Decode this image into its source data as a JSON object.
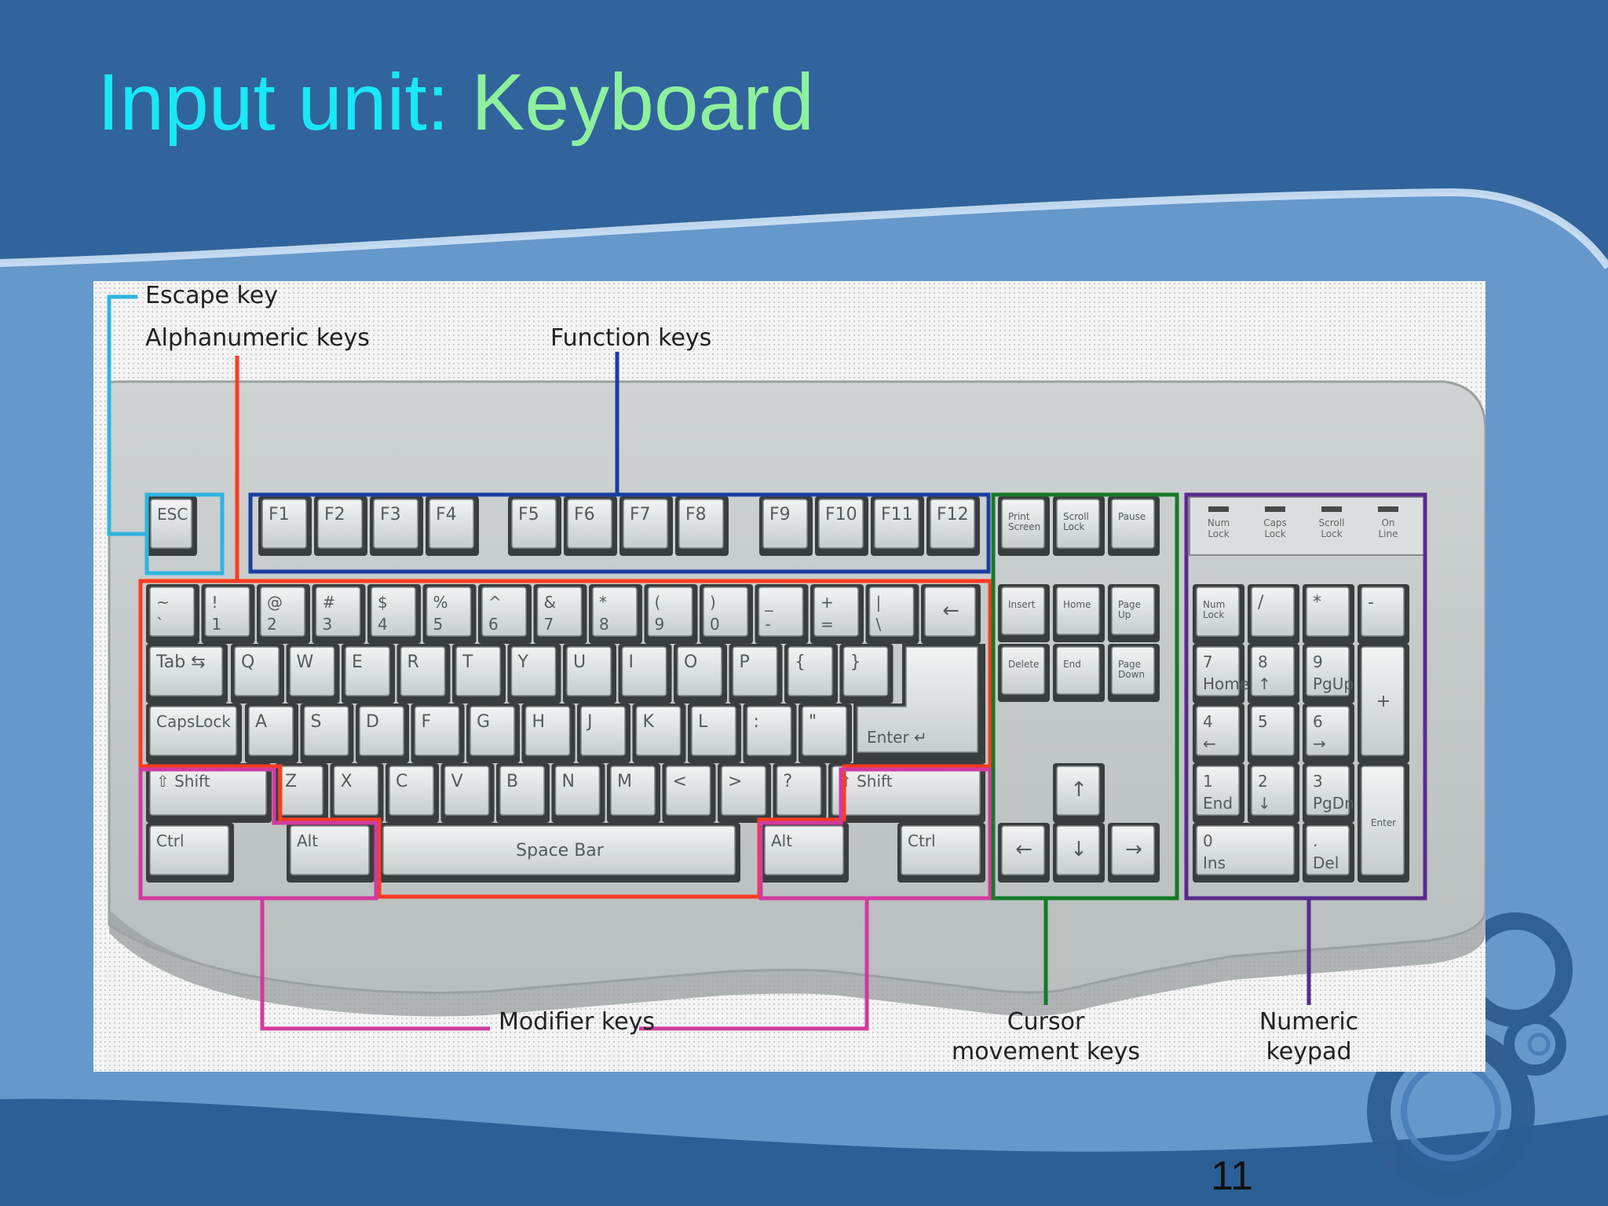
{
  "slide": {
    "title_prefix": "Input unit: ",
    "title_highlight": "Keyboard",
    "page_number": "11"
  },
  "callouts": {
    "escape": "Escape key",
    "alphanumeric": "Alphanumeric keys",
    "function": "Function keys",
    "modifier": "Modifier keys",
    "cursor_line1": "Cursor",
    "cursor_line2": "movement keys",
    "numeric_line1": "Numeric",
    "numeric_line2": "keypad"
  },
  "colors": {
    "escape": "#2fb4e0",
    "alphanumeric": "#ff3b1f",
    "function": "#1a3fa0",
    "modifier": "#d23aa0",
    "cursor": "#157a2a",
    "numeric": "#5a2a8f"
  },
  "keys": {
    "esc": "ESC",
    "function_row": [
      "F1",
      "F2",
      "F3",
      "F4",
      "F5",
      "F6",
      "F7",
      "F8",
      "F9",
      "F10",
      "F11",
      "F12"
    ],
    "system": [
      [
        "Print",
        "Screen"
      ],
      [
        "Scroll",
        "Lock"
      ],
      [
        "Pause"
      ]
    ],
    "indicators": [
      [
        "Num",
        "Lock"
      ],
      [
        "Caps",
        "Lock"
      ],
      [
        "Scroll",
        "Lock"
      ],
      [
        "On",
        "Line"
      ]
    ],
    "number_row": [
      [
        "~",
        "`"
      ],
      [
        "!",
        "1"
      ],
      [
        "@",
        "2"
      ],
      [
        "#",
        "3"
      ],
      [
        "$",
        "4"
      ],
      [
        "%",
        "5"
      ],
      [
        "^",
        "6"
      ],
      [
        "&",
        "7"
      ],
      [
        "*",
        "8"
      ],
      [
        "(",
        "9"
      ],
      [
        ")",
        "0"
      ],
      [
        "_",
        "-"
      ],
      [
        "+",
        "="
      ],
      [
        "|",
        "\\"
      ]
    ],
    "q_row": [
      "Q",
      "W",
      "E",
      "R",
      "T",
      "Y",
      "U",
      "I",
      "O",
      "P",
      "{",
      "}"
    ],
    "a_row": [
      "A",
      "S",
      "D",
      "F",
      "G",
      "H",
      "J",
      "K",
      "L",
      ":",
      "\""
    ],
    "z_row": [
      "Z",
      "X",
      "C",
      "V",
      "B",
      "N",
      "M",
      "<",
      ">",
      "?"
    ],
    "tab": "Tab",
    "caps": "CapsLock",
    "enter": "Enter",
    "shift": "Shift",
    "ctrl": "Ctrl",
    "alt": "Alt",
    "space": "Space Bar",
    "nav_top": [
      [
        "Insert"
      ],
      [
        "Home"
      ],
      [
        "Page",
        "Up"
      ]
    ],
    "nav_bottom": [
      [
        "Delete"
      ],
      [
        "End"
      ],
      [
        "Page",
        "Down"
      ]
    ],
    "numpad_top": [
      [
        "Num",
        "Lock"
      ],
      [
        "/"
      ],
      [
        "*"
      ],
      [
        "-"
      ]
    ],
    "numpad_row7": [
      [
        "7",
        "Home"
      ],
      [
        "8",
        "↑"
      ],
      [
        "9",
        "PgUp"
      ]
    ],
    "numpad_row4": [
      [
        "4",
        "←"
      ],
      [
        "5"
      ],
      [
        "6",
        "→"
      ]
    ],
    "numpad_row1": [
      [
        "1",
        "End"
      ],
      [
        "2",
        "↓"
      ],
      [
        "3",
        "PgDn"
      ]
    ],
    "numpad_zero": [
      "0",
      "Ins"
    ],
    "numpad_dot": [
      ".",
      "Del"
    ],
    "numpad_plus": "+",
    "numpad_enter": "Enter"
  }
}
